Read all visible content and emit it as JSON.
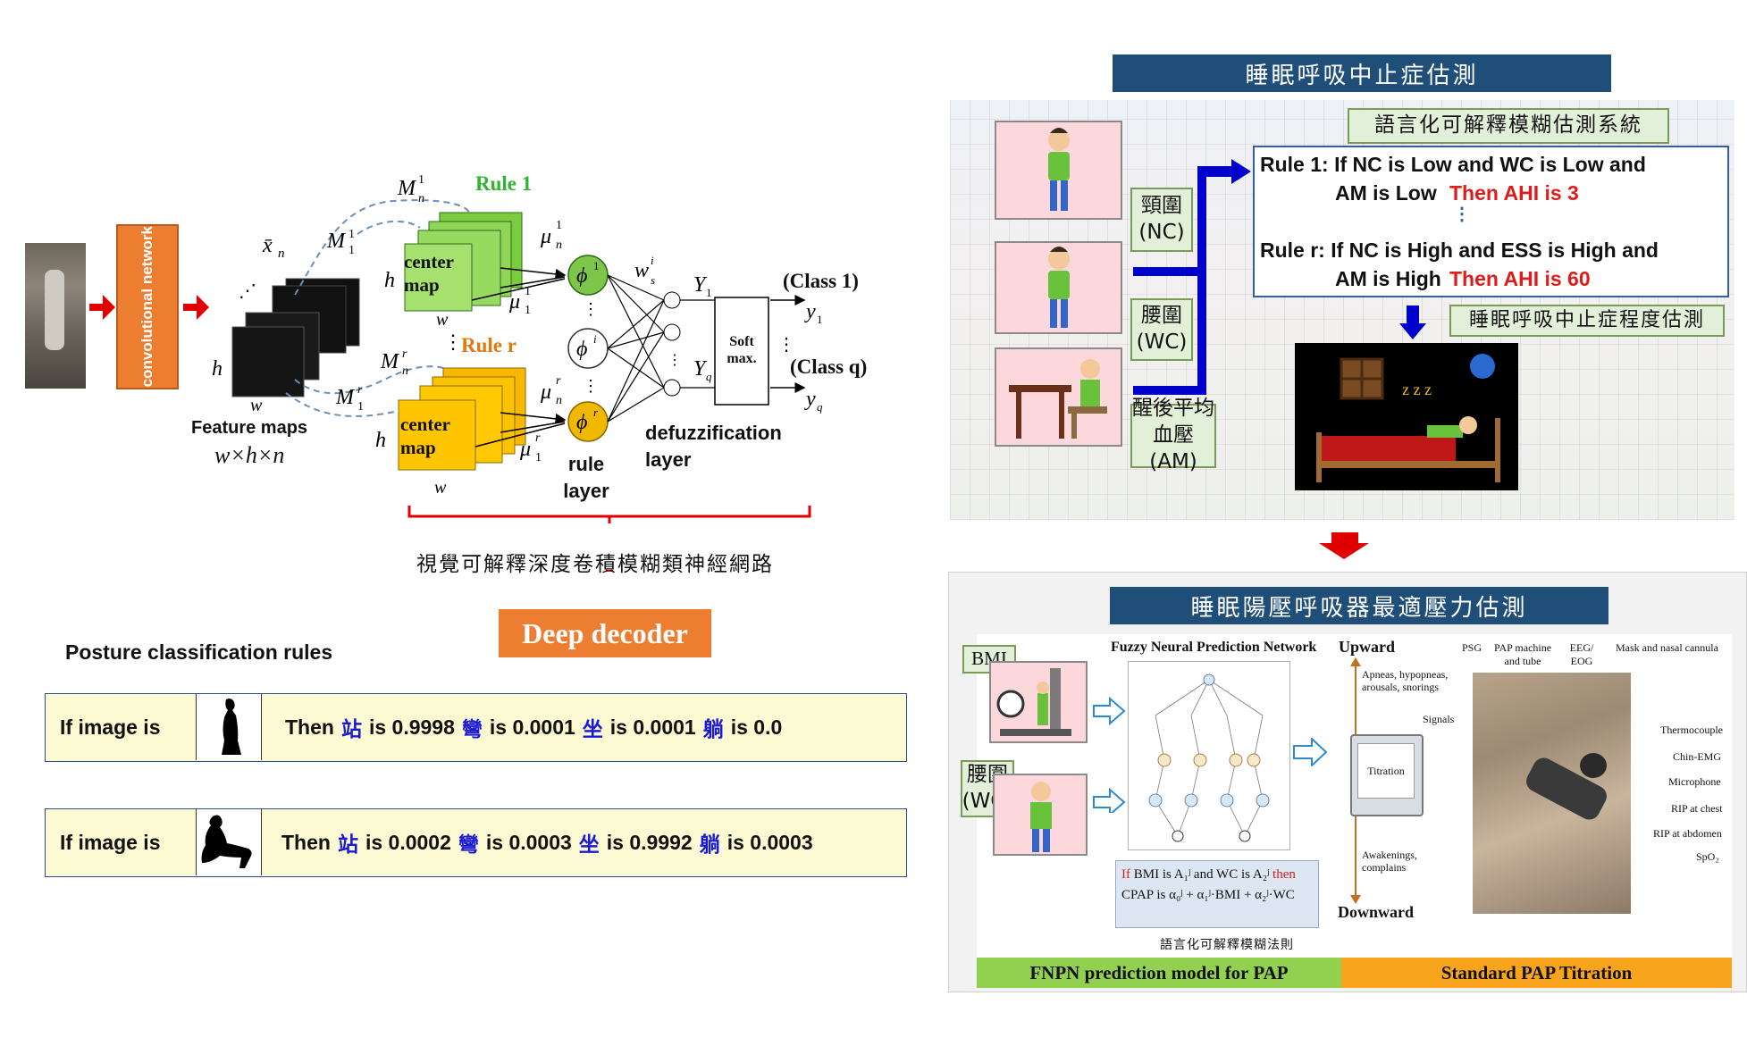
{
  "left": {
    "conv_label": "convolutional network",
    "feature_maps_label": "Feature maps",
    "feature_maps_dims": "w×h×n",
    "rule1_label": "Rule 1",
    "ruler_label": "Rule r",
    "center_map_label": "center map",
    "rule_layer_label": "rule layer",
    "defuzz_label": "defuzzification layer",
    "softmax_label": "Soft max.",
    "class1_label": "(Class 1)",
    "classq_label": "(Class q)",
    "network_caption": "視覺可解釋深度卷積模糊類神經網路",
    "deep_decoder": "Deep decoder",
    "posture_title": "Posture classification rules",
    "rules": [
      {
        "prefix": "If image is",
        "then": "Then",
        "c1": "站",
        "v1": "is 0.9998",
        "c2": "彎",
        "v2": "is 0.0001",
        "c3": "坐",
        "v3": "is 0.0001",
        "c4": "躺",
        "v4": "is 0.0"
      },
      {
        "prefix": "If image is",
        "then": "Then",
        "c1": "站",
        "v1": "is 0.0002",
        "c2": "彎",
        "v2": "is 0.0003",
        "c3": "坐",
        "v3": "is 0.9992",
        "c4": "躺",
        "v4": "is 0.0003"
      }
    ]
  },
  "top_right": {
    "header": "睡眠呼吸中止症估測",
    "system_label": "語言化可解釋模糊估測系統",
    "nc_label": "頸圍 (NC)",
    "wc_label": "腰圍 (WC)",
    "am_label": "醒後平均 血壓(AM)",
    "severity_label": "睡眠呼吸中止症程度估測",
    "rule1_line1": "Rule 1: If NC is Low and WC is Low and",
    "rule1_line2": "AM is Low",
    "rule1_then": "Then AHI is  3",
    "ruler_line1": "Rule r: If NC is High and ESS is High and",
    "ruler_line2": "AM is High",
    "ruler_then": "Then AHI is 60",
    "sleep_z": "z z z"
  },
  "bottom_right": {
    "header": "睡眠陽壓呼吸器最適壓力估測",
    "bmi_label": "BMI",
    "wc_label": "腰圍 (WC)",
    "network_title": "Fuzzy Neural Prediction Network",
    "formula_if": "If",
    "formula_line1": "BMI is A₁ʲ and WC is A₂ʲ",
    "formula_then": "then",
    "formula_line2": "CPAP is α₀ʲ + α₁ʲ·BMI + α₂ʲ·WC",
    "formula_caption": "語言化可解釋模糊法則",
    "upward": "Upward",
    "downward": "Downward",
    "apneas": "Apneas, hypopneas, arousals, snorings",
    "signals": "Signals",
    "titration": "Titration",
    "awakenings": "Awakenings, complains",
    "psg": "PSG",
    "pap_machine": "PAP machine and tube",
    "eeg": "EEG/ EOG",
    "mask": "Mask and nasal cannula",
    "thermocouple": "Thermocouple",
    "chin_emg": "Chin-EMG",
    "microphone": "Microphone",
    "rip_chest": "RIP at chest",
    "rip_abdomen": "RIP at abdomen",
    "spo2": "SpO₂",
    "bar_left": "FNPN prediction model for PAP",
    "bar_right": "Standard PAP Titration"
  }
}
